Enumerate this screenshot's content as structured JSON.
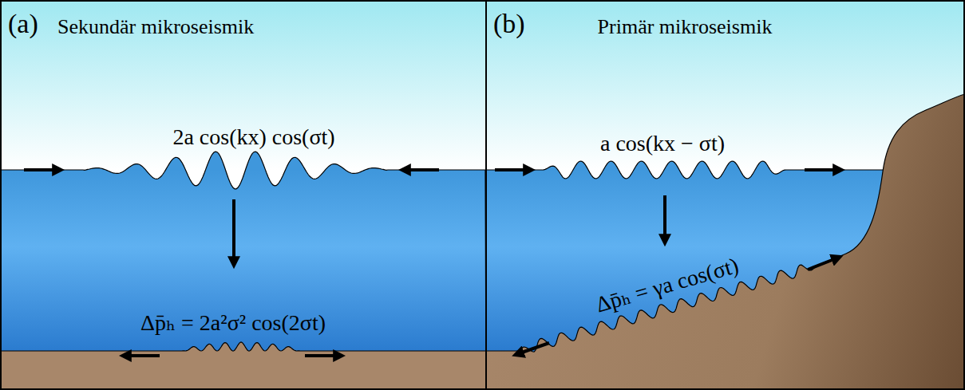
{
  "diagram": {
    "labels": [
      "(a)",
      "Sekundär mikroseismik",
      "2a cos(kx) cos(σt)",
      "Δp̄ₕ = 2a²σ² cos(2σt)",
      "(b)",
      "Primär mikroseismik",
      "a cos(kx − σt)",
      "Δp̄ₕ = γa cos(σt)"
    ]
  }
}
